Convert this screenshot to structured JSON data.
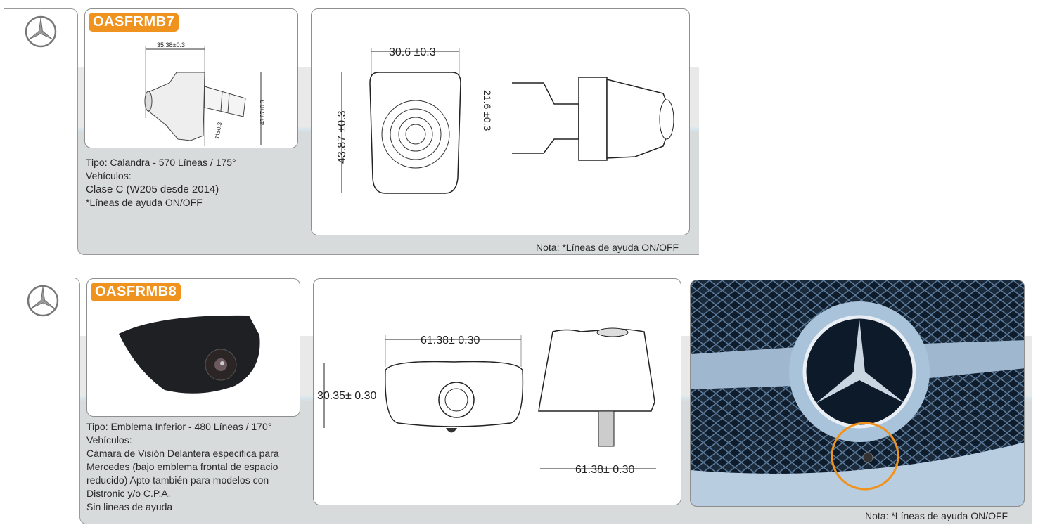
{
  "products": [
    {
      "code": "OASFRMB7",
      "brand_icon": "mercedes-star-icon",
      "thumb_dims": {
        "width": "35.38±0.3",
        "height": "43.87±0.3",
        "tab": "11±0.3"
      },
      "description": {
        "tipo": "Tipo: Calandra - 570 Líneas / 175°",
        "vehiculos_label": "Vehículos:",
        "lines": [
          "Clase C (W205 desde 2014)",
          "*Líneas de ayuda ON/OFF"
        ]
      },
      "drawing_dims": {
        "width": "30.6 ±0.3",
        "height": "43.87 ±0.3",
        "side": "21.6 ±0.3"
      },
      "nota": "Nota: *Líneas de ayuda ON/OFF"
    },
    {
      "code": "OASFRMB8",
      "brand_icon": "mercedes-star-icon",
      "description": {
        "tipo": "Tipo: Emblema Inferior - 480 Líneas / 170°",
        "vehiculos_label": "Vehículos:",
        "lines": [
          "Cámara de Visión Delantera especifica para",
          "Mercedes (bajo emblema frontal de espacio",
          "reducido) Apto también para modelos con",
          "Distronic y/o C.P.A.",
          "Sin lineas de ayuda"
        ]
      },
      "drawing_dims": {
        "front_width": "61.38± 0.30",
        "front_height": "30.35± 0.30",
        "side_width": "61.38± 0.30"
      },
      "nota": "Nota: *Líneas de ayuda ON/OFF"
    }
  ],
  "colors": {
    "badge": "#f0921e",
    "highlight_circle": "#f0921e"
  }
}
